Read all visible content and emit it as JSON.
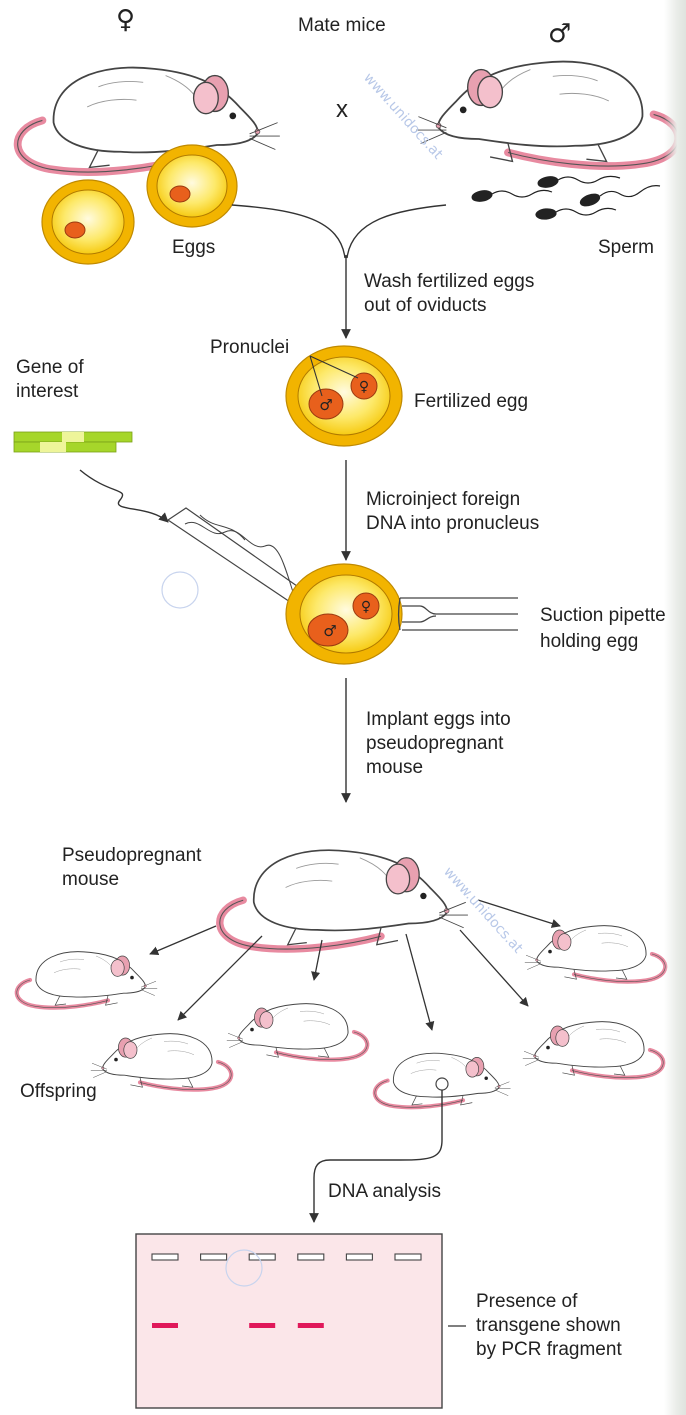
{
  "title": "Mate mice",
  "symbols": {
    "female": "♀",
    "male": "♂",
    "cross": "x"
  },
  "labels": {
    "eggs": "Eggs",
    "sperm": "Sperm",
    "step_wash_1": "Wash fertilized eggs",
    "step_wash_2": "out of oviducts",
    "pronuclei": "Pronuclei",
    "fertilized_egg": "Fertilized egg",
    "gene_1": "Gene of",
    "gene_2": "interest",
    "step_inject_1": "Microinject foreign",
    "step_inject_2": "DNA into pronucleus",
    "pipette_1": "Suction pipette",
    "pipette_2": "holding egg",
    "step_implant_1": "Implant eggs into",
    "step_implant_2": "pseudopregnant",
    "step_implant_3": "mouse",
    "pseudo_1": "Pseudopregnant",
    "pseudo_2": "mouse",
    "offspring": "Offspring",
    "dna_analysis": "DNA analysis",
    "presence_1": "Presence of",
    "presence_2": "transgene shown",
    "presence_3": "by PCR fragment"
  },
  "watermark": "www.unidocs.at",
  "gel": {
    "lanes": 6,
    "transgene_present": [
      true,
      false,
      true,
      true,
      false,
      false
    ]
  },
  "colors": {
    "egg_outer": "#f2b400",
    "egg_inner": "#fde96a",
    "nucleus": "#e8601c",
    "mouse_tail": "#e88aa0",
    "mouse_ear": "#e8a0b0",
    "gel_bg": "#fbe6e9",
    "band": "#e0185a",
    "gene_light": "#eef59a",
    "gene_dark": "#a6d62a"
  }
}
